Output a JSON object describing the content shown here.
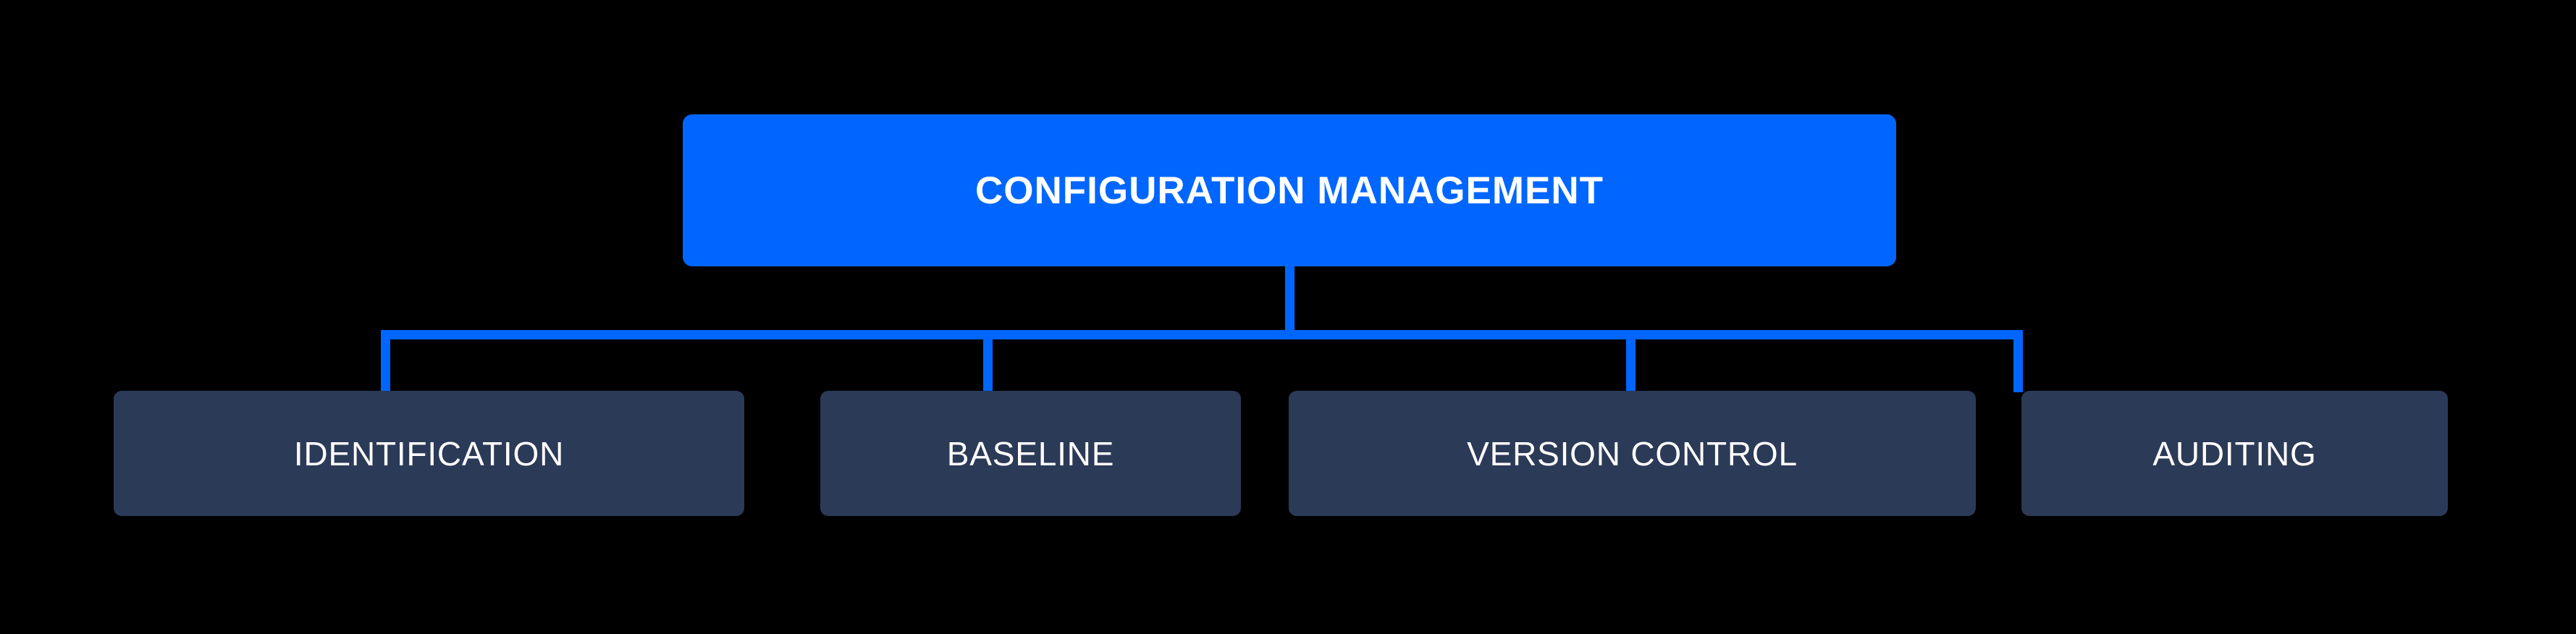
{
  "diagram": {
    "type": "hierarchy-tree",
    "background_color": "#000000",
    "root": {
      "label": "CONFIGURATION MANAGEMENT",
      "fill_color": "#0066FF",
      "text_color": "#FFFFFF"
    },
    "children": [
      {
        "label": "IDENTIFICATION",
        "fill_color": "#2B3A57",
        "text_color": "#FFFFFF"
      },
      {
        "label": "BASELINE",
        "fill_color": "#2B3A57",
        "text_color": "#FFFFFF"
      },
      {
        "label": "VERSION CONTROL",
        "fill_color": "#2B3A57",
        "text_color": "#FFFFFF"
      },
      {
        "label": "AUDITING",
        "fill_color": "#2B3A57",
        "text_color": "#FFFFFF"
      }
    ],
    "connector_color": "#0066FF"
  }
}
